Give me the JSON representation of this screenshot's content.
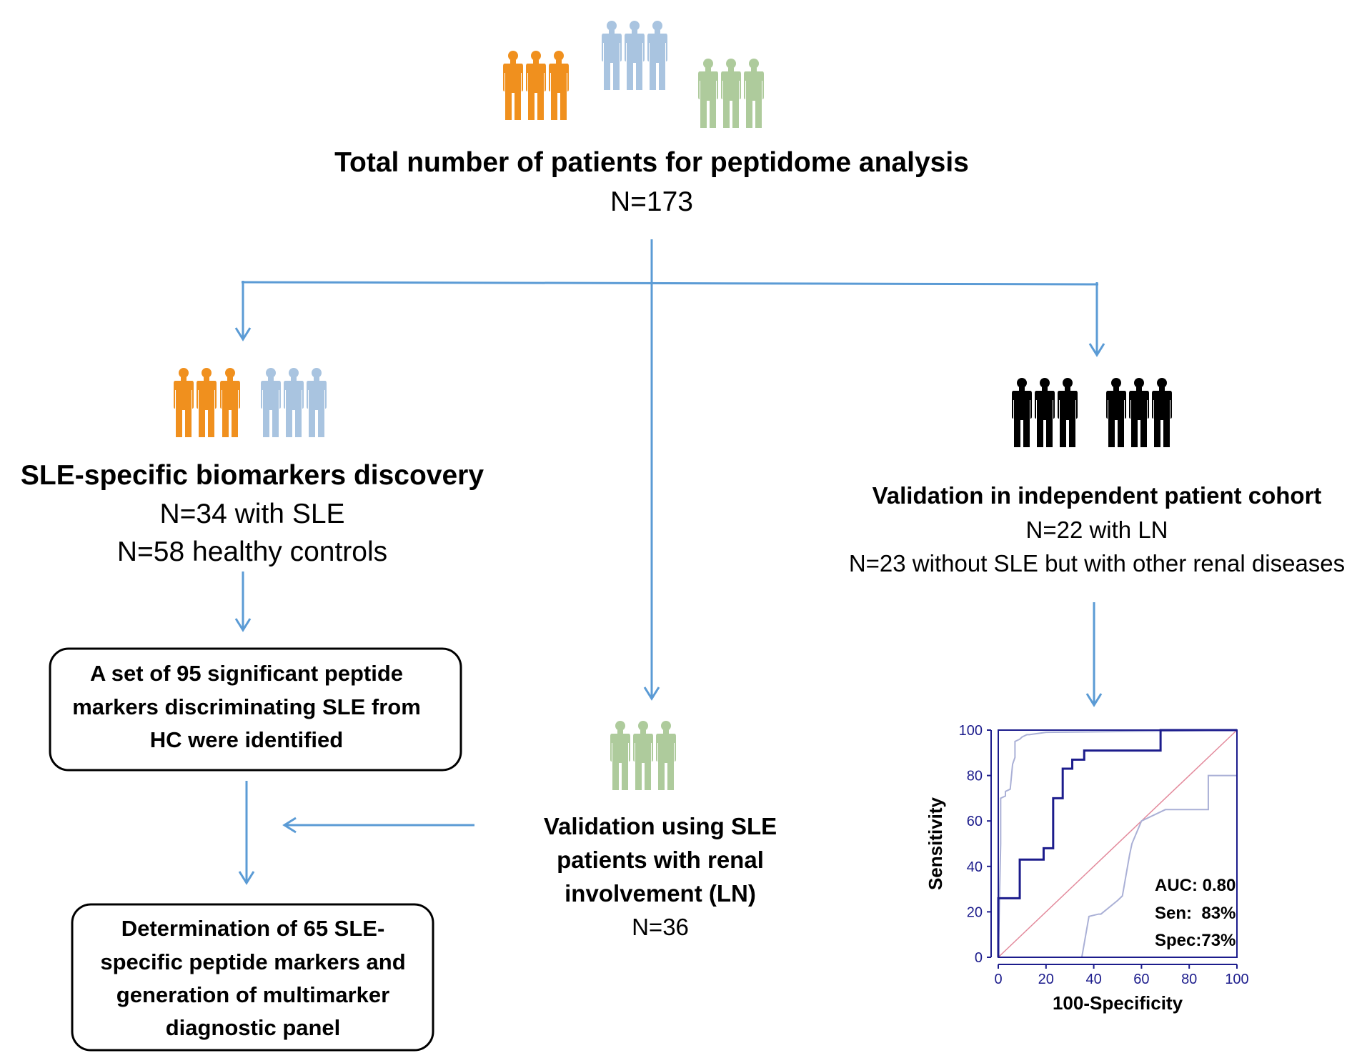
{
  "colors": {
    "arrow": "#5b9bd5",
    "sle_orange": "#f0901e",
    "hc_blue": "#a9c4e0",
    "ln_green": "#aecb9c",
    "validation_black": "#000000",
    "roc_main": "#1c1c8c",
    "roc_ci": "#aab0d6",
    "roc_diag": "#e38a9c",
    "roc_axis": "#1c1c8c"
  },
  "top": {
    "title": "Total number of patients for peptidome analysis",
    "count": "N=173"
  },
  "discovery": {
    "title": "SLE-specific biomarkers discovery",
    "line1": "N=34 with SLE",
    "line2": "N=58 healthy controls"
  },
  "validation_cohort": {
    "title": "Validation in independent patient cohort",
    "line1": "N=22 with LN",
    "line2": "N=23 without SLE but with other renal diseases"
  },
  "box_markers": {
    "line1": "A set of 95 significant peptide",
    "line2": "markers discriminating SLE from",
    "line3": "HC were identified"
  },
  "box_panel": {
    "line1": "Determination of 65 SLE-",
    "line2": "specific peptide markers and",
    "line3": "generation of multimarker",
    "line4": "diagnostic panel"
  },
  "ln_validation": {
    "line1": "Validation using SLE",
    "line2": "patients with renal",
    "line3": "involvement (LN)",
    "count": "N=36"
  },
  "chart_data": {
    "type": "line",
    "title": "",
    "xlabel": "100-Specificity",
    "ylabel": "Sensitivity",
    "xlim": [
      0,
      100
    ],
    "ylim": [
      0,
      100
    ],
    "xticks": [
      "0",
      "20",
      "40",
      "60",
      "80",
      "100"
    ],
    "yticks": [
      "0",
      "20",
      "40",
      "60",
      "80",
      "100"
    ],
    "annotations": [
      "AUC: 0.80",
      "Sen:  83%",
      "Spec:73%"
    ],
    "series": [
      {
        "role": "roc",
        "x": [
          0,
          0,
          0,
          0,
          9,
          9,
          19,
          19,
          23,
          23,
          27,
          27,
          31,
          31,
          36,
          36,
          41,
          41,
          68,
          68,
          100
        ],
        "y": [
          0,
          9,
          17,
          26,
          26,
          43,
          43,
          48,
          48,
          70,
          70,
          83,
          83,
          87,
          87,
          91,
          91,
          91,
          91,
          100,
          100
        ]
      },
      {
        "role": "ci-upper",
        "x": [
          0,
          1,
          1,
          3,
          3,
          5,
          6,
          7,
          7,
          9,
          10,
          12,
          13,
          20,
          100
        ],
        "y": [
          0,
          50,
          70,
          71,
          73,
          74,
          85,
          88,
          95,
          96,
          97,
          98,
          98,
          99,
          100
        ]
      },
      {
        "role": "ci-lower",
        "x": [
          0,
          20,
          20,
          35,
          38,
          42,
          43,
          50,
          52,
          55,
          56,
          60,
          60,
          70,
          88,
          88,
          100,
          100
        ],
        "y": [
          0,
          0,
          0,
          0,
          18,
          19,
          19,
          25,
          27,
          45,
          50,
          60,
          60,
          65,
          65,
          80,
          80,
          100
        ]
      },
      {
        "role": "diagonal",
        "x": [
          0,
          100
        ],
        "y": [
          0,
          100
        ]
      }
    ]
  }
}
